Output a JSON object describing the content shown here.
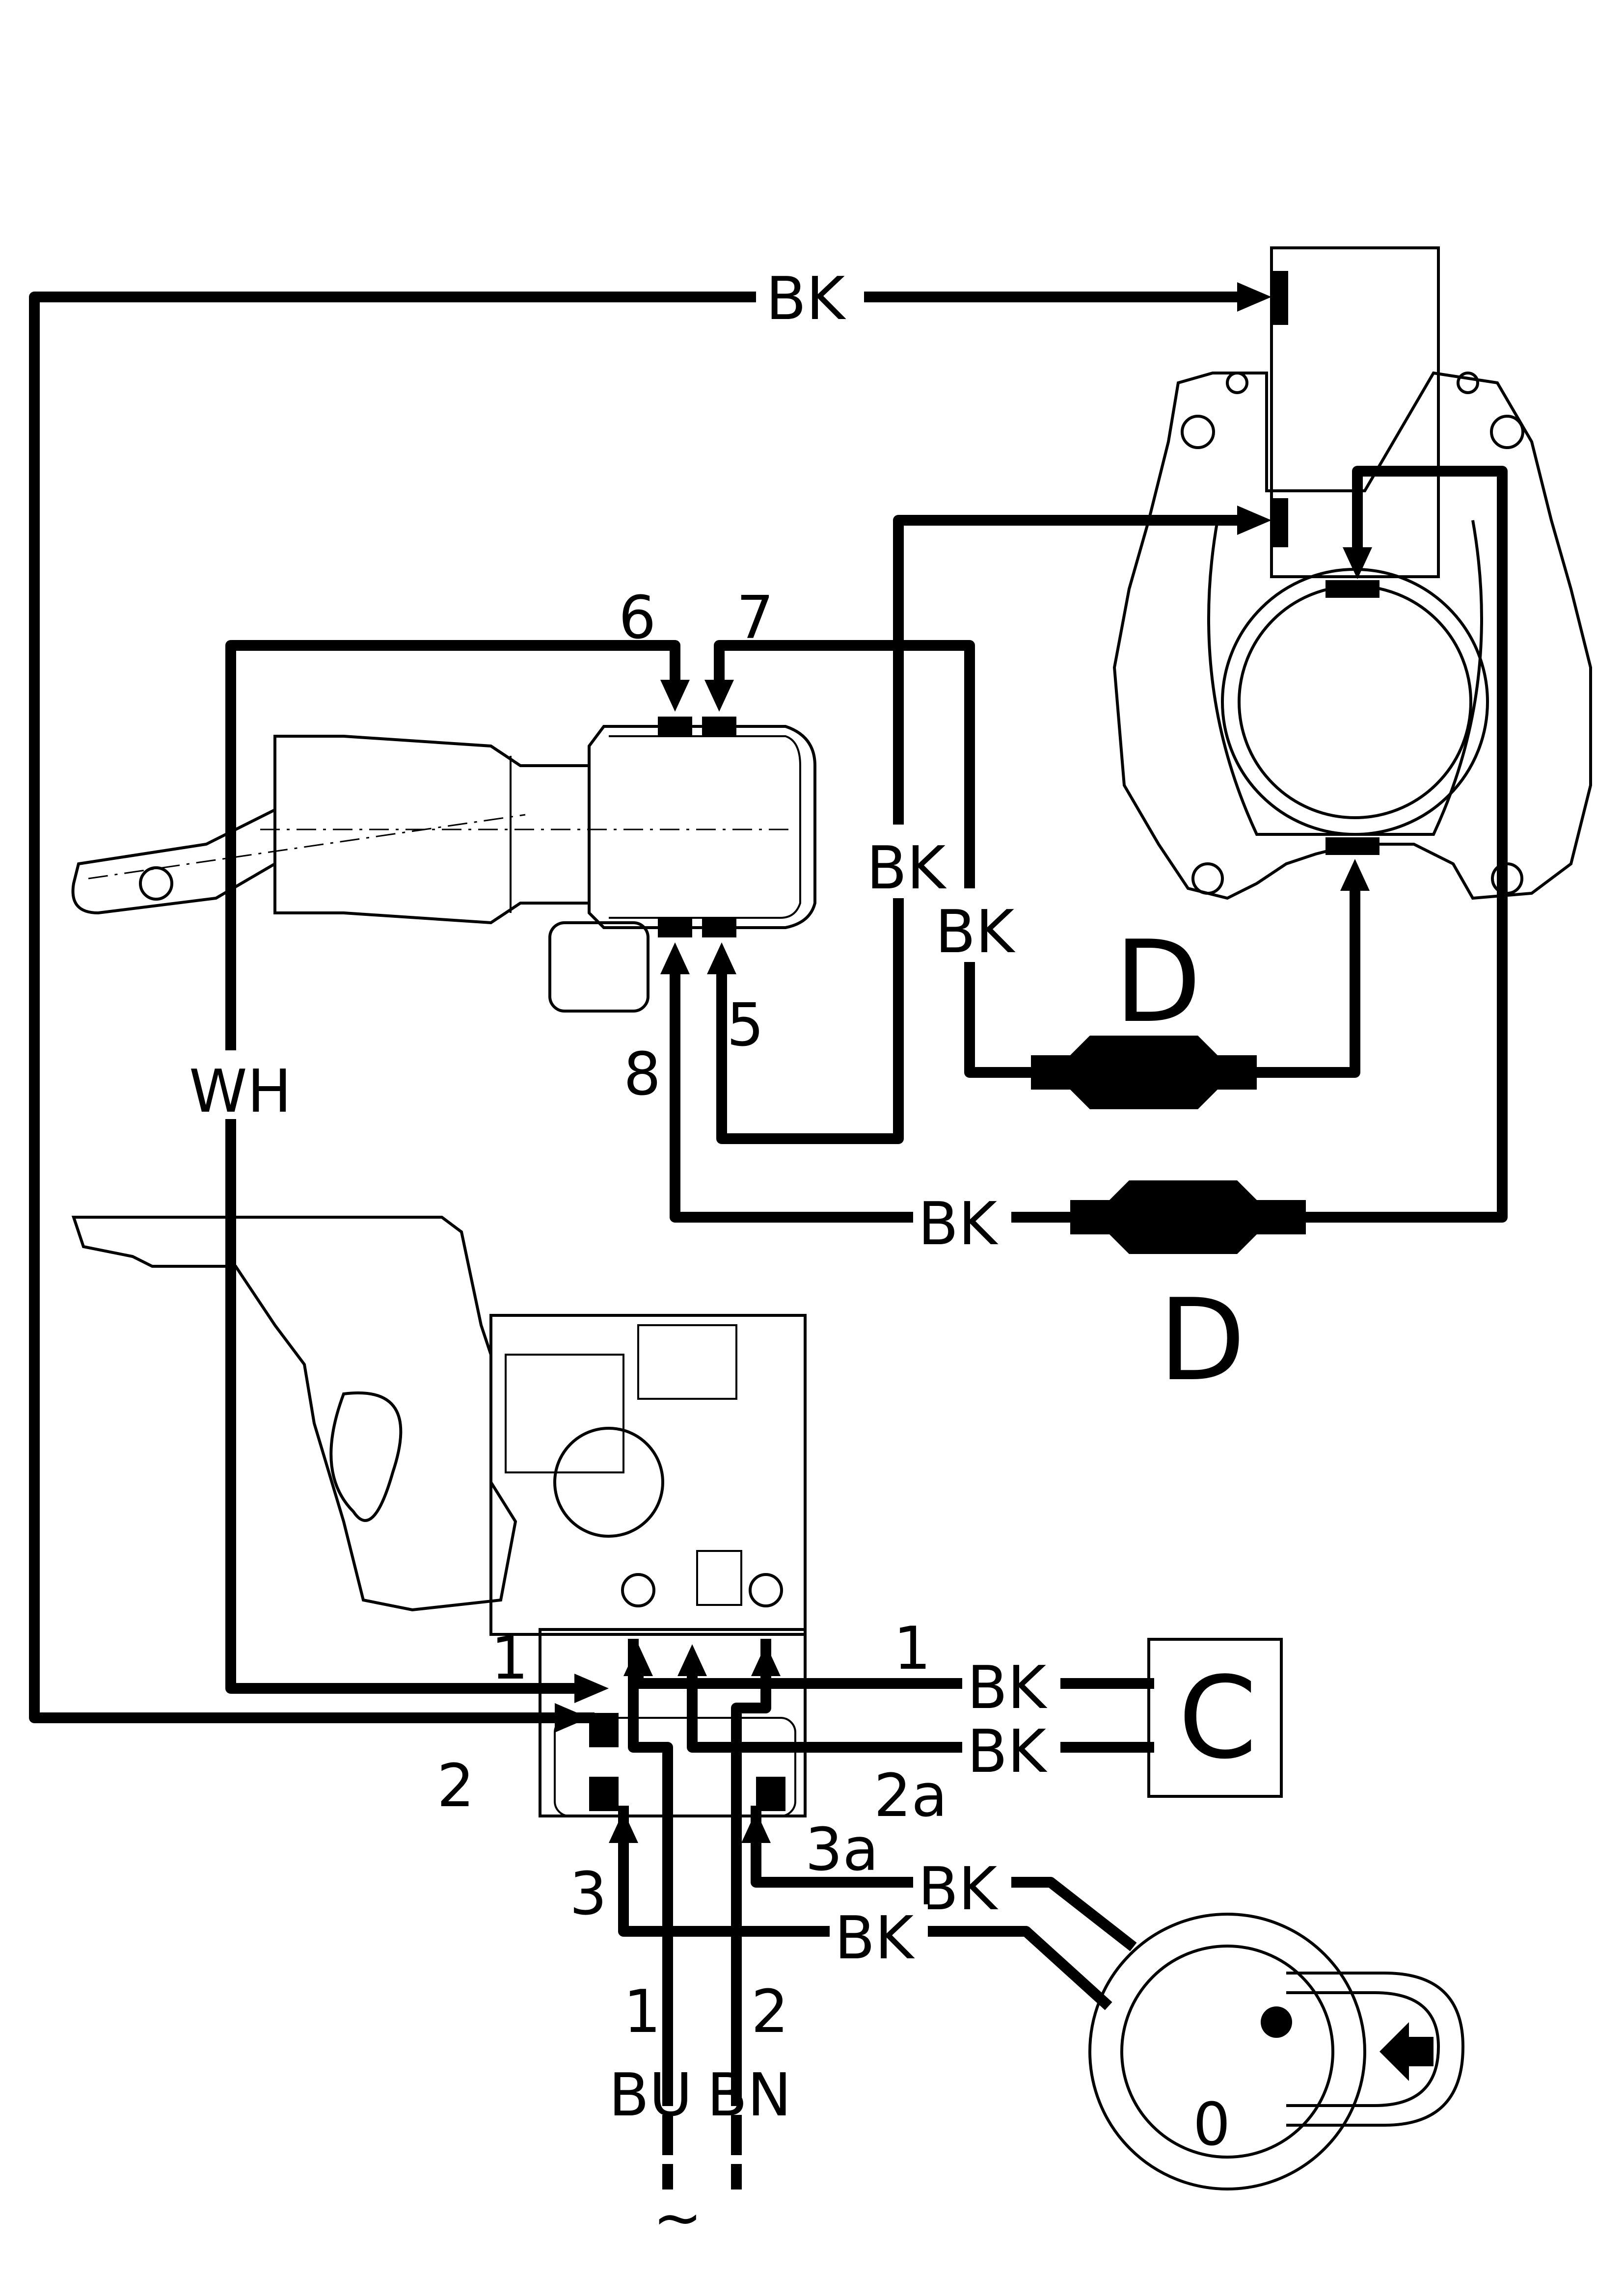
{
  "labels": {
    "top_bk": "BK",
    "wh": "WH",
    "bk_v1": "BK",
    "bk_v2": "BK",
    "bk_mid": "BK",
    "d_top": "D",
    "d_bottom": "D",
    "c_box": "C",
    "bk_c1": "BK",
    "bk_c2": "BK",
    "bk_knob1": "BK",
    "bk_knob2": "BK",
    "bu": "BU",
    "bn": "BN",
    "tilde": "~",
    "knob_zero": "0"
  },
  "terminals": {
    "t6": "6",
    "t7": "7",
    "t8": "8",
    "t5": "5",
    "sw_1_left": "1",
    "sw_1_right": "1",
    "sw_2": "2",
    "sw_2a": "2a",
    "sw_3": "3",
    "sw_3a": "3a",
    "mains_1": "1",
    "mains_2": "2"
  }
}
